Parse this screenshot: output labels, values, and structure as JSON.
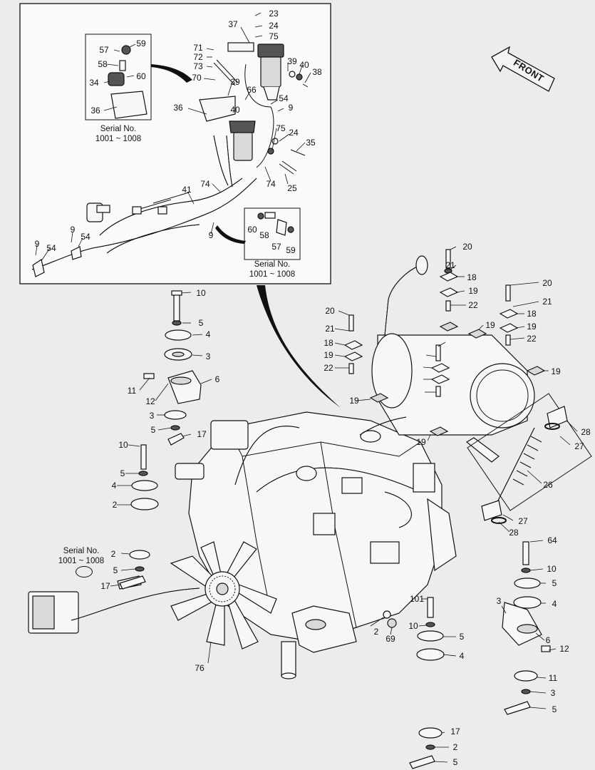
{
  "front_label": "FRONT",
  "notes": [
    {
      "id": "serial-top-left",
      "line1": "Serial No.",
      "line2": "1001 ~ 1008"
    },
    {
      "id": "serial-top-mid",
      "line1": "Serial No.",
      "line2": "1001 ~ 1008"
    },
    {
      "id": "serial-left",
      "line1": "Serial No.",
      "line2": "1001 ~ 1008"
    }
  ],
  "callouts": [
    "23",
    "24",
    "75",
    "37",
    "39",
    "40",
    "38",
    "71",
    "72",
    "73",
    "70",
    "66",
    "54",
    "9",
    "36",
    "40",
    "39",
    "75",
    "24",
    "35",
    "74",
    "25",
    "74",
    "41",
    "60",
    "58",
    "57",
    "59",
    "9",
    "9",
    "54",
    "54",
    "9",
    "57",
    "59",
    "58",
    "60",
    "34",
    "36",
    "20",
    "21",
    "18",
    "19",
    "22",
    "20",
    "21",
    "18",
    "19",
    "22",
    "19",
    "20",
    "21",
    "18",
    "19",
    "22",
    "19",
    "19",
    "19",
    "28",
    "27",
    "26",
    "27",
    "28",
    "10",
    "5",
    "4",
    "3",
    "6",
    "11",
    "12",
    "3",
    "5",
    "17",
    "10",
    "5",
    "4",
    "2",
    "2",
    "5",
    "17",
    "76",
    "101",
    "10",
    "5",
    "4",
    "2",
    "69",
    "64",
    "10",
    "5",
    "4",
    "3",
    "6",
    "12",
    "11",
    "3",
    "5",
    "17",
    "2",
    "5",
    "17"
  ]
}
